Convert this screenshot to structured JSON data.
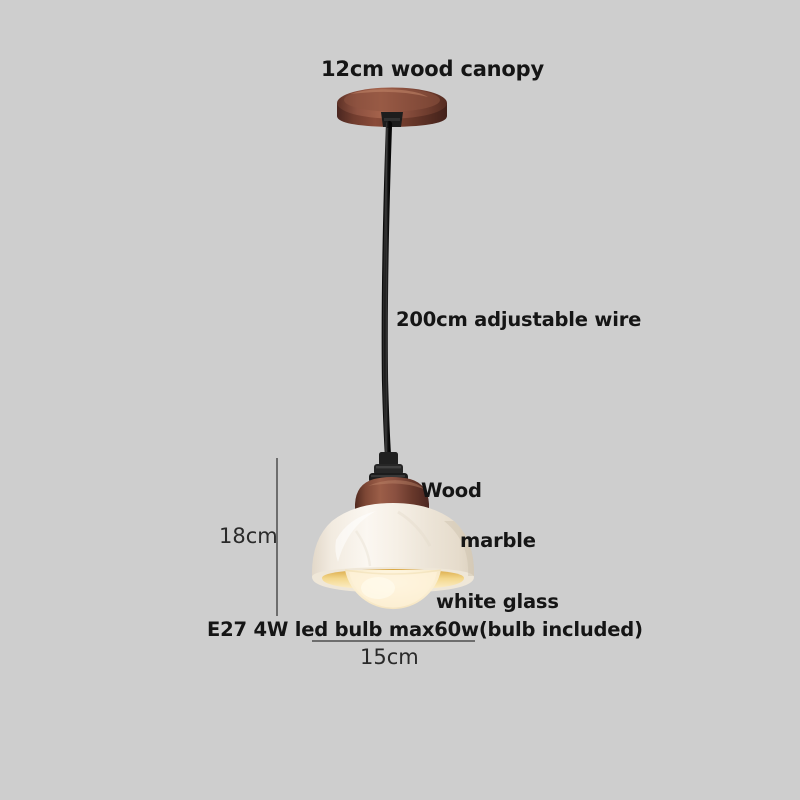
{
  "scene": {
    "background_color": "#cecece",
    "product": "pendant light",
    "text_color": "#151515",
    "dimension_line_color": "#6d6d6d"
  },
  "labels": {
    "canopy": "12cm wood canopy",
    "wire": "200cm adjustable wire",
    "wood": "Wood",
    "marble": "marble",
    "white_glass": "white glass",
    "bulb": "E27 4W led bulb max60w(bulb included)"
  },
  "dimensions": {
    "height": "18cm",
    "width": "15cm"
  },
  "parts": {
    "canopy": {
      "name": "wood canopy",
      "color": "#7e4333",
      "color_dark": "#5a2f24",
      "color_light": "#9c5a44"
    },
    "wire": {
      "name": "adjustable wire",
      "color": "#1b1b1b"
    },
    "socket": {
      "name": "lamp socket",
      "color": "#1f1f1f"
    },
    "wood_top": {
      "name": "wood shade top",
      "color": "#8a5342",
      "color_dark": "#5f3628",
      "color_light": "#a3664f"
    },
    "marble_shade": {
      "name": "marble dome shade",
      "color": "#f2ece1",
      "color_shadow": "#ddd3c4",
      "color_light": "#fbf7f0"
    },
    "glass_globe": {
      "name": "white glass globe",
      "color": "#fdf0d4",
      "glow_color": "#fff6e0"
    }
  }
}
